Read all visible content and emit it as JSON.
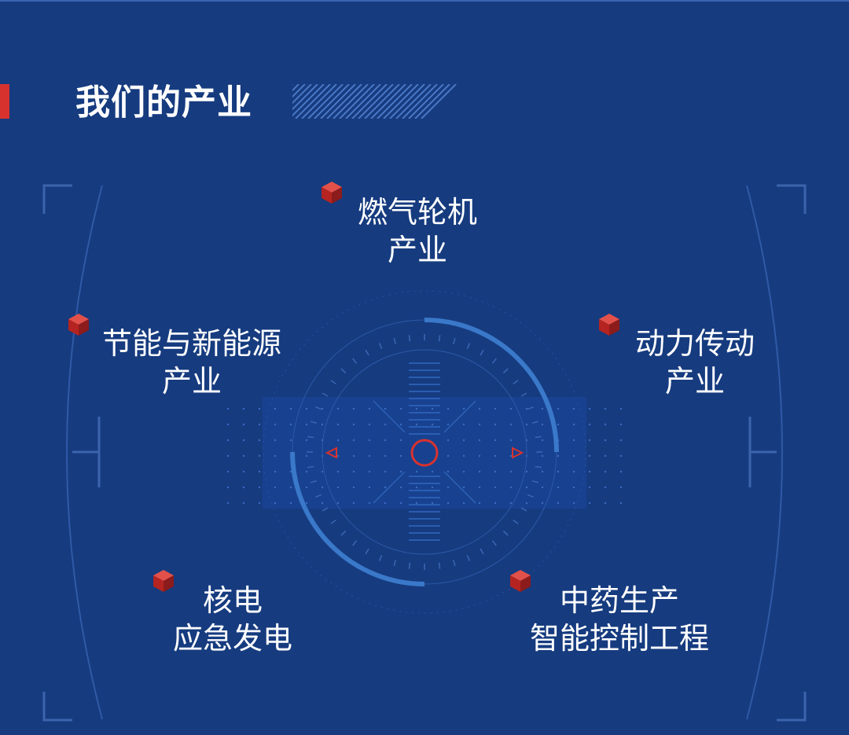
{
  "title": "我们的产业",
  "industries": [
    {
      "line1": "燃气轮机",
      "line2": "产业"
    },
    {
      "line1": "节能与新能源",
      "line2": "产业"
    },
    {
      "line1": "动力传动",
      "line2": "产业"
    },
    {
      "line1": "核电",
      "line2": "应急发电"
    },
    {
      "line1": "中药生产",
      "line2": "智能控制工程"
    }
  ],
  "colors": {
    "background": "#163b7f",
    "accent_red": "#d8322e",
    "hud_blue": "#2f6bc0",
    "text": "#ffffff"
  },
  "icons": [
    "cube-icon",
    "crosshair-icon",
    "hatch-pattern"
  ]
}
